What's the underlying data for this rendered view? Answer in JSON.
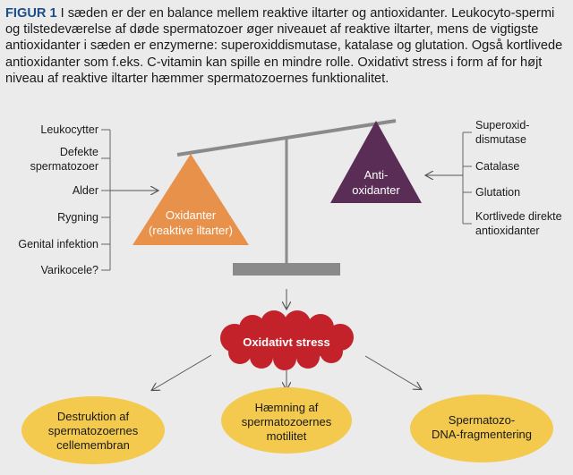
{
  "caption": {
    "figure_label": "FIGUR 1",
    "text": "I sæden er der en balance mellem reaktive iltarter og antioxidanter. Leukocyto-spermi og tilstedeværelse af døde spermatozoer øger niveauet af reaktive iltarter, mens de vigtigste antioxidanter i sæden er enzymerne: superoxiddismutase, katalase og glutation. Også kortlivede antioxidanter som f.eks. C-vitamin kan spille en mindre rolle. Oxidativt stress i form af for højt niveau af reaktive iltarter hæmmer spermatozoernes funktionalitet."
  },
  "left_factors": [
    "Leukocytter",
    "Defekte",
    "spermatozoer",
    "Alder",
    "Rygning",
    "Genital infektion",
    "Varikocele?"
  ],
  "oxidants": {
    "line1": "Oxidanter",
    "line2": "(reaktive iltarter)"
  },
  "antioxidants": {
    "line1": "Anti-",
    "line2": "oxidanter"
  },
  "right_factors": [
    "Superoxid-",
    "dismutase",
    "Catalase",
    "Glutation",
    "Kortlivede direkte",
    "antioxidanter"
  ],
  "stress": "Oxidativt stress",
  "outcomes": {
    "left": [
      "Destruktion af",
      "spermatozoernes",
      "cellemembran"
    ],
    "center": [
      "Hæmning af",
      "spermatozoernes",
      "motilitet"
    ],
    "right": [
      "Spermatozo-",
      "DNA-fragmentering"
    ]
  },
  "colors": {
    "figure_label": "#1b4f8c",
    "oxidant_triangle": "#e8914b",
    "antioxidant_triangle": "#5a2d57",
    "stress_cloud": "#c4222a",
    "outcome_ellipse": "#f3c94e",
    "scale": "#8a8a8a",
    "background": "#ebebeb"
  }
}
